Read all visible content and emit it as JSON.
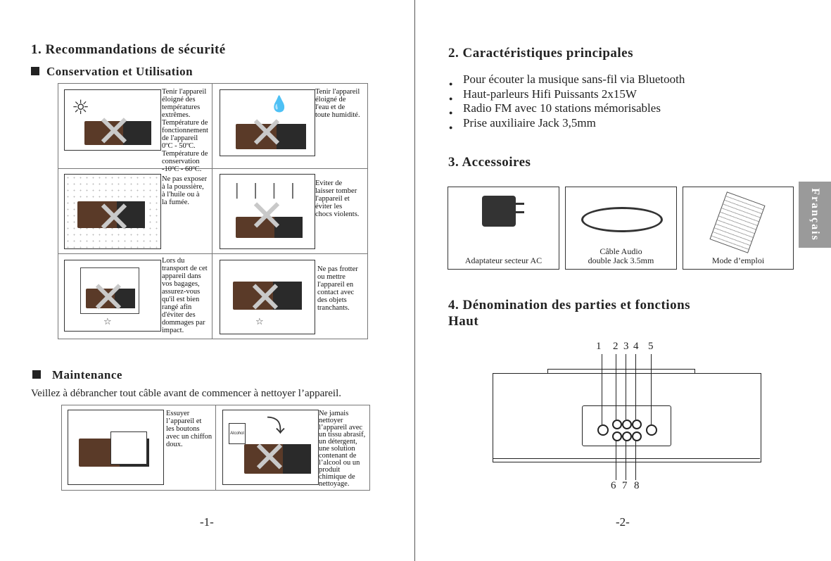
{
  "left": {
    "section1_title": "1. Recommandations de sécurité",
    "conservation_title": "Conservation et Utilisation",
    "cells": [
      "Tenir l'appareil\néloigné des\ntempératures\nextrêmes.\nTempérature de\nfonctionnement\nde l'appareil\n0ºC - 50ºC.\nTempérature de\nconservation\n-10ºC - 60ºC.",
      "Tenir l'appareil\néloigné de\nl'eau et de\ntoute humidité.",
      "Ne pas exposer\nà la poussière,\nà l'huile ou à\nla fumée.",
      "Eviter de\nlaisser tomber\nl'appareil et\néviter les\nchocs violents.",
      "Lors du\ntransport de cet\nappareil dans\nvos bagages,\nassurez-vous\nqu'il est bien\nrangé afin\nd'éviter des\ndommages par\nimpact.",
      "Ne pas frotter\nou mettre\nl'appareil en\ncontact avec\ndes objets\ntranchants."
    ],
    "maintenance_title": "Maintenance",
    "maintenance_text": "Veillez à débrancher tout câble avant de commencer à nettoyer l’appareil.",
    "maint_cells": [
      "Essuyer\nl’appareil et\nles boutons\navec un chiffon\ndoux.",
      "Ne jamais\nnettoyer\nl’appareil avec\nun tissu abrasif,\nun détergent,\nune solution\ncontenant de\nl’alcool ou un\nproduit\nchimique de\nnettoyage."
    ],
    "alcohol_label": "Alcohol",
    "page_number": "-1-"
  },
  "right": {
    "section2_title": "2. Caractéristiques principales",
    "features": [
      "Pour écouter la musique sans-fil via Bluetooth",
      "Haut-parleurs Hifi Puissants 2x15W",
      "Radio FM avec 10 stations mémorisables",
      "Prise auxiliaire Jack  3,5mm"
    ],
    "section3_title": "3. Accessoires",
    "accessories": [
      "Adaptateur secteur AC",
      "Câble Audio\ndouble Jack 3.5mm",
      "Mode d’emploi"
    ],
    "section4_title": "4. Dénomination des parties et fonctions",
    "section4_sub": "Haut",
    "top_numbers": [
      "1",
      "2",
      "3",
      "4",
      "5"
    ],
    "bottom_numbers": [
      "6",
      "7",
      "8"
    ],
    "page_number": "-2-",
    "language_tab": "Français"
  }
}
